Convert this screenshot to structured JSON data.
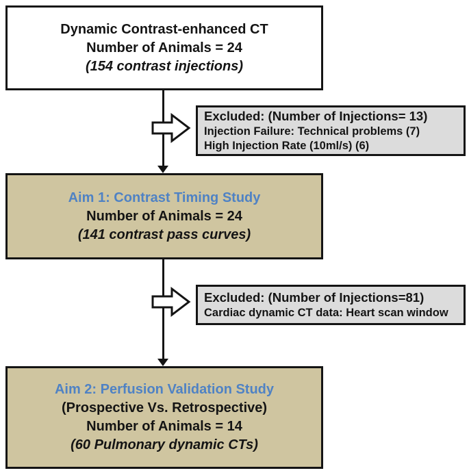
{
  "figure": {
    "type": "study-flowchart",
    "title_hint": "Dynamic contrast-enhanced CT animal study flow"
  },
  "colors": {
    "tan": "#cfc5a0",
    "gray": "#dcdcdc",
    "border": "#141414",
    "text": "#141414",
    "blue": "#4f82c4"
  },
  "boxes": {
    "dce_ct": {
      "line1": "Dynamic Contrast-enhanced CT",
      "line2": "Number of Animals = 24",
      "line3": "(154 contrast injections)"
    },
    "excluded1": {
      "heading": "Excluded: (Number of Injections= 13)",
      "line2": "Injection Failure: Technical problems (7)",
      "line3": "High Injection Rate (10ml/s) (6)"
    },
    "aim1": {
      "heading": "Aim 1: Contrast Timing Study",
      "line2": "Number of Animals = 24",
      "line3": "(141 contrast pass curves)"
    },
    "excluded2": {
      "heading": "Excluded: (Number of Injections=81)",
      "line2": "Cardiac dynamic CT data: Heart scan window"
    },
    "aim2": {
      "heading": "Aim 2: Perfusion Validation Study",
      "line2": "(Prospective Vs. Retrospective)",
      "line3": "Number of Animals = 14",
      "line4": "(60 Pulmonary dynamic CTs)"
    }
  },
  "icons": {
    "down_arrow": "solid black down arrow connector",
    "block_arrow_right": "white outlined right-pointing block arrow"
  }
}
